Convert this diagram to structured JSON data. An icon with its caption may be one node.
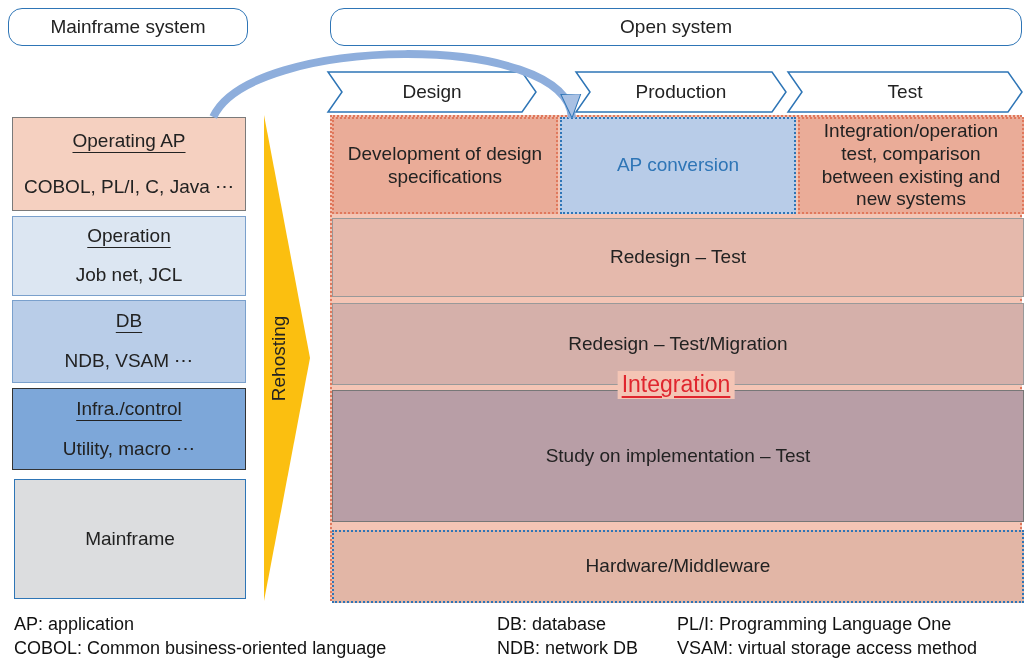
{
  "diagram": {
    "nodes": [
      {
        "text": [
          "Mainframe system"
        ]
      },
      {
        "text": [
          "Open system"
        ]
      },
      {
        "text": [
          "Design"
        ]
      },
      {
        "text": [
          "Production"
        ]
      },
      {
        "text": [
          "Test"
        ]
      },
      {
        "text": [
          "Operating AP",
          "COBOL, PL/I, C, Java ⋯"
        ]
      },
      {
        "text": [
          "Operation",
          "Job net, JCL"
        ]
      },
      {
        "text": [
          "DB",
          "NDB, VSAM ⋯"
        ]
      },
      {
        "text": [
          "Infra./control",
          "Utility, macro ⋯"
        ]
      },
      {
        "text": [
          "Mainframe"
        ]
      },
      {
        "text": [
          "Rehosting"
        ]
      },
      {
        "text": [
          "Integration"
        ]
      },
      {
        "text": [
          "Development of design specifications"
        ],
        "in": 11
      },
      {
        "text": [
          "AP conversion"
        ],
        "in": 11
      },
      {
        "text": [
          "Integration/operation test, comparison between existing and new systems"
        ],
        "in": 11
      },
      {
        "text": [
          "Redesign – Test"
        ],
        "in": 11
      },
      {
        "text": [
          "Redesign – Test/Migration"
        ],
        "in": 11
      },
      {
        "text": [
          "Study on implementation – Test"
        ],
        "in": 11
      },
      {
        "text": [
          "Hardware/Middleware"
        ],
        "in": 11
      }
    ],
    "edges": [
      {
        "from": 5,
        "to": 13,
        "arrow": "to"
      }
    ],
    "labels": [
      "AP: application",
      "DB: database",
      "PL/I: Programming Language One",
      "COBOL: Common business-oriented language",
      "NDB: network DB",
      "VSAM: virtual storage access method"
    ]
  }
}
